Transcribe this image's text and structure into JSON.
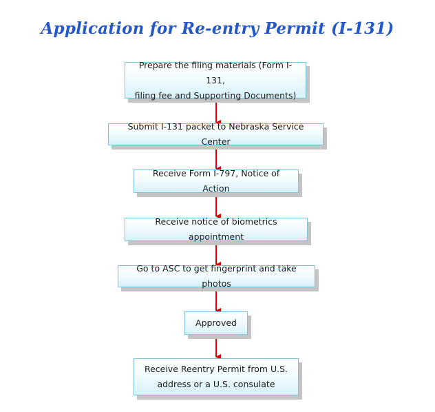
{
  "title": "Application for Re-entry Permit (I-131)",
  "steps": [
    {
      "text": "Prepare the filing materials (Form I-131,\nfiling fee and Supporting Documents)"
    },
    {
      "text": "Submit I-131 packet to Nebraska Service Center"
    },
    {
      "text": "Receive Form I-797, Notice of Action"
    },
    {
      "text": "Receive notice of biometrics appointment"
    },
    {
      "text": "Go to ASC to get fingerprint and take photos"
    },
    {
      "text": "Approved"
    },
    {
      "text": "Receive Reentry Permit from U.S.\naddress or a U.S. consulate"
    }
  ],
  "colors": {
    "title": "#2458c4",
    "arrow": "#e00000",
    "box_border": "#7cc3dc",
    "box_fill_bottom": "#d7f1fa",
    "shadow": "#c4c4c4"
  }
}
